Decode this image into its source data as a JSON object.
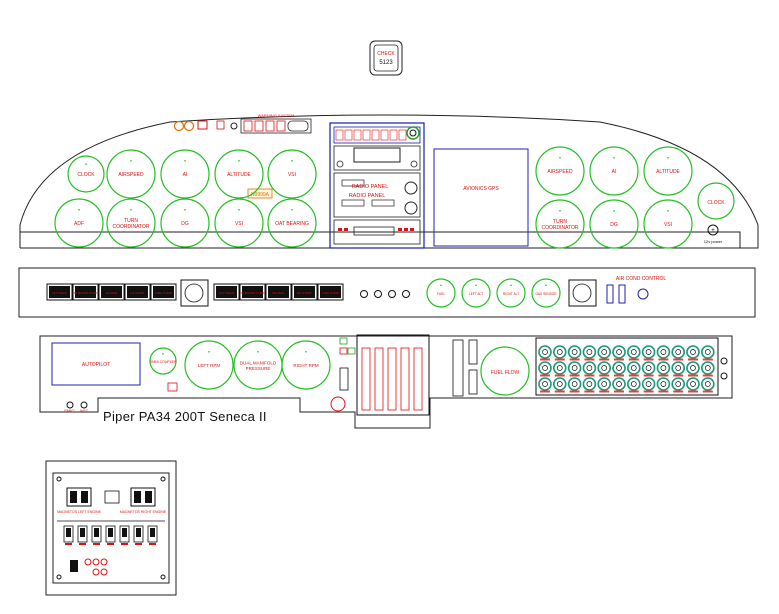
{
  "title": "Piper PA34 200T Seneca II",
  "top_badge": {
    "line1": "CHECK",
    "line2": "5123"
  },
  "colors": {
    "outline": "#222222",
    "gauge": "#22c022",
    "label": "#e01010",
    "radio": "#1a1ab0",
    "avionics": "#2020b0"
  },
  "main_panel": {
    "left_gauges_top": [
      "CLOCK",
      "AIRSPEED",
      "AI",
      "ALTITUDE",
      "VSI"
    ],
    "left_gauges_bottom": [
      "ADF",
      "TURN COORDINATOR",
      "DG",
      "VSI",
      "OAT BEARING"
    ],
    "right_gauges_top": [
      "AIRSPEED",
      "AI",
      "ALTITUDE"
    ],
    "right_gauges_bottom": [
      "TURN COORDINATOR",
      "DG",
      "VSI"
    ],
    "right_clock": "CLOCK",
    "warning_system": "WARNING SYSTEM",
    "tail_number": "N9999A",
    "radio_panel_1": "RADIO PANEL",
    "radio_panel_2": "RADIO PANEL",
    "avionics_box": "AVIONICS GPS",
    "power_label": "12v power"
  },
  "switch_panel": {
    "left_switches": [
      "ALT FIELD",
      "RH BOOST PUMP",
      "LH MAG",
      "LH START",
      "FUEL PUMP"
    ],
    "right_switches": [
      "ALT FIELD",
      "RH BOOST PUMP",
      "RH MAG",
      "RH START",
      "FUEL PUMP"
    ],
    "small_gauges": [
      "FUEL",
      "LEFT ALT",
      "RIGHT ALT",
      "GAS SENSOR"
    ],
    "air_cond_label": "AIR COND CONTROL"
  },
  "lower_panel": {
    "autopilot": "AUTOPILOT",
    "gauges": [
      "OMNI COUPLER",
      "LEFT RPM",
      "DUAL MANIFOLD PRESSURE",
      "RIGHT RPM"
    ],
    "fuel_flow": "FUEL FLOW",
    "breaker_rows": 3,
    "breakers_per_row": 12,
    "knob_labels": [
      "PANEL",
      "INST"
    ]
  },
  "subpanel": {
    "top_labels": [
      "MAGNETOS LEFT ENGINE",
      "MAGNETOS RIGHT ENGINE"
    ],
    "mid_switch_count": 7
  }
}
